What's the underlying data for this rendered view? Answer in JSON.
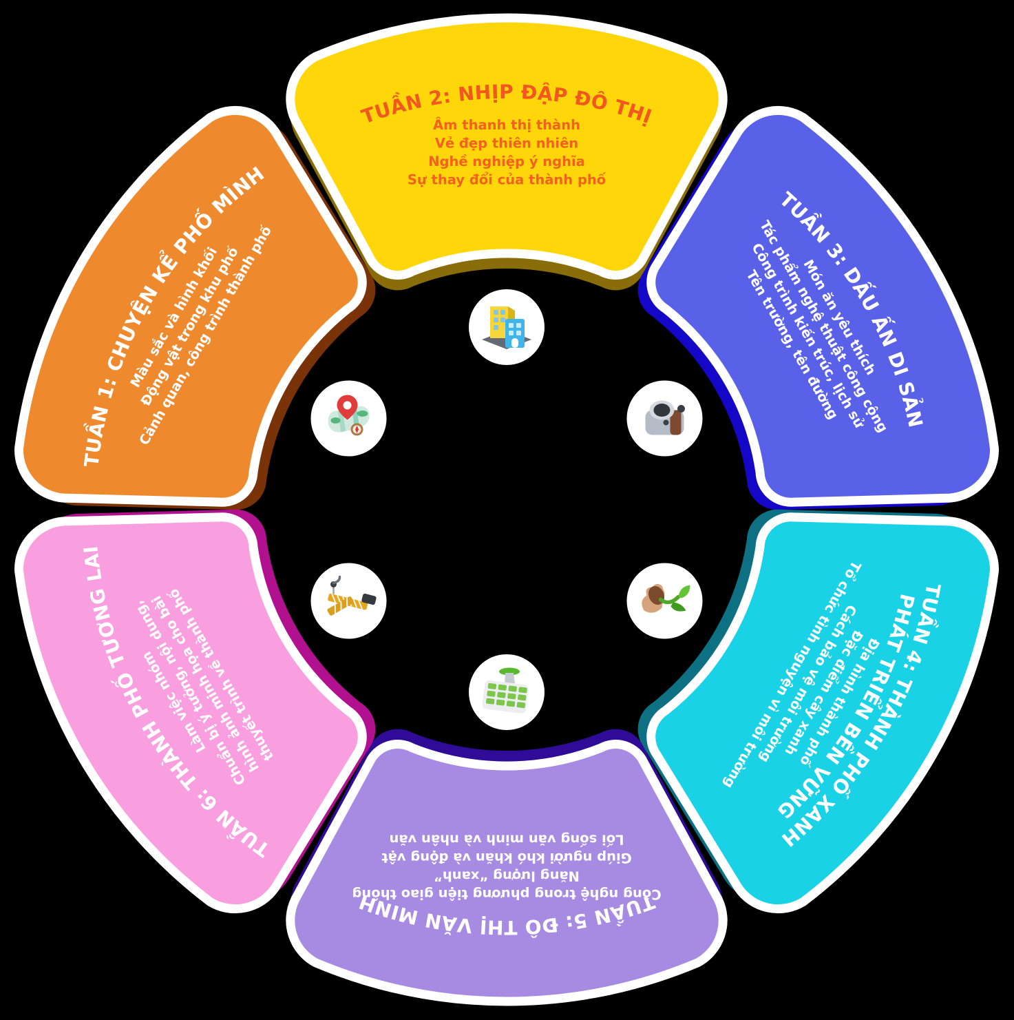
{
  "diagram": {
    "background_color": "#000000",
    "ring_border_color": "#FFFFFF",
    "icon_circle_color": "#FFFFFF",
    "segments": [
      {
        "id": "week-1",
        "position": "top-left",
        "title_lines": [
          "TUẦN 1: CHUYỆN KỂ PHỐ MÌNH"
        ],
        "items": [
          "Màu sắc và hình khối",
          "Động vật trong khu phố",
          "Cảnh quan, công trình thành phố"
        ],
        "fill_color": "#EE8A2D",
        "shadow_color": "#7A3208",
        "title_color": "#FFFFFF",
        "item_color": "#FFFFFF",
        "icon": "map-location-icon"
      },
      {
        "id": "week-2",
        "position": "top",
        "title_lines": [
          "TUẦN 2: NHỊP ĐẬP ĐÔ THỊ"
        ],
        "items": [
          "Âm thanh thị thành",
          "Vẻ đẹp thiên nhiên",
          "Nghề nghiệp ý nghĩa",
          "Sự thay đổi của thành phố"
        ],
        "fill_color": "#FFD60A",
        "shadow_color": "#8A6D0B",
        "title_color": "#F1571E",
        "item_color": "#F2611D",
        "icon": "city-buildings-icon"
      },
      {
        "id": "week-3",
        "position": "top-right",
        "title_lines": [
          "TUẦN 3: DẤU ẤN DI SẢN"
        ],
        "items": [
          "Món ăn yêu thích",
          "Tác phẩm nghệ thuật công cộng",
          "Công trình kiến trúc, lịch sử",
          "Tên trường, tên đường"
        ],
        "fill_color": "#5A61E9",
        "shadow_color": "#1507C7",
        "title_color": "#FFFFFF",
        "item_color": "#FFFFFF",
        "icon": "camera-icon"
      },
      {
        "id": "week-4",
        "position": "bottom-right",
        "title_lines": [
          "TUẦN 4: THÀNH PHỐ XANH",
          "PHÁT TRIỂN BỀN VỮNG"
        ],
        "items": [
          "Địa hình thành phố",
          "Đặc điểm cây xanh",
          "Cách bảo vệ môi trường",
          "Tổ chức tình nguyện vì môi trường"
        ],
        "fill_color": "#19D2E6",
        "shadow_color": "#0E7183",
        "title_color": "#FFFFFF",
        "item_color": "#FFFFFF",
        "icon": "seedling-icon"
      },
      {
        "id": "week-5",
        "position": "bottom",
        "title_lines": [
          "TUẦN 5: ĐÔ THỊ VĂN MINH"
        ],
        "items": [
          "Công nghệ trong phương tiện giao thông",
          "Năng lượng “xanh”",
          "Giúp người khó khăn và động vật",
          "Lối sống văn minh và nhân văn"
        ],
        "fill_color": "#A78BE2",
        "shadow_color": "#2F0B97",
        "title_color": "#FFFFFF",
        "item_color": "#FFFFFF",
        "icon": "solar-panel-icon"
      },
      {
        "id": "week-6",
        "position": "bottom-left",
        "title_lines": [
          "TUẦN 6: THÀNH PHỐ TƯƠNG LAI"
        ],
        "items": [
          "Làm việc nhóm",
          "Chuẩn bị ý tưởng, nội dung,",
          "hình ảnh minh họa cho bài",
          "thuyết trình về thành phố"
        ],
        "fill_color": "#F99EDF",
        "shadow_color": "#B1108E",
        "title_color": "#FFFFFF",
        "item_color": "#FFFFFF",
        "icon": "crane-icon"
      }
    ]
  }
}
